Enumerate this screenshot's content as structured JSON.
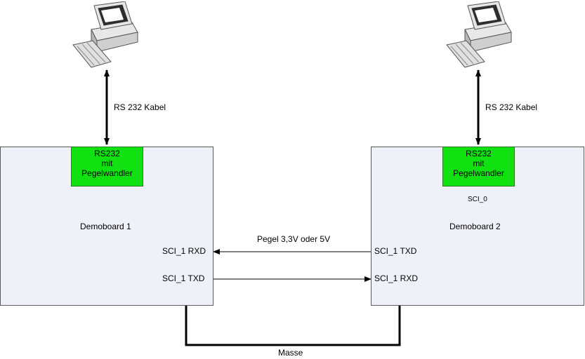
{
  "cable_left": "RS 232 Kabel",
  "cable_right": "RS 232 Kabel",
  "board1": {
    "name": "Demoboard 1",
    "rs232": [
      "RS232",
      "mit",
      "Pegelwandler"
    ],
    "pin_rxd": "SCI_1 RXD",
    "pin_txd": "SCI_1 TXD"
  },
  "board2": {
    "name": "Demoboard 2",
    "rs232": [
      "RS232",
      "mit",
      "Pegelwandler"
    ],
    "sci0": "SCI_0",
    "pin_txd": "SCI_1 TXD",
    "pin_rxd": "SCI_1 RXD"
  },
  "signal_label": "Pegel 3,3V oder 5V",
  "ground_label": "Masse",
  "icons": {
    "computer": "desktop-computer-icon"
  },
  "colors": {
    "board_fill": "#eef2f8",
    "converter_fill": "#11e011"
  }
}
